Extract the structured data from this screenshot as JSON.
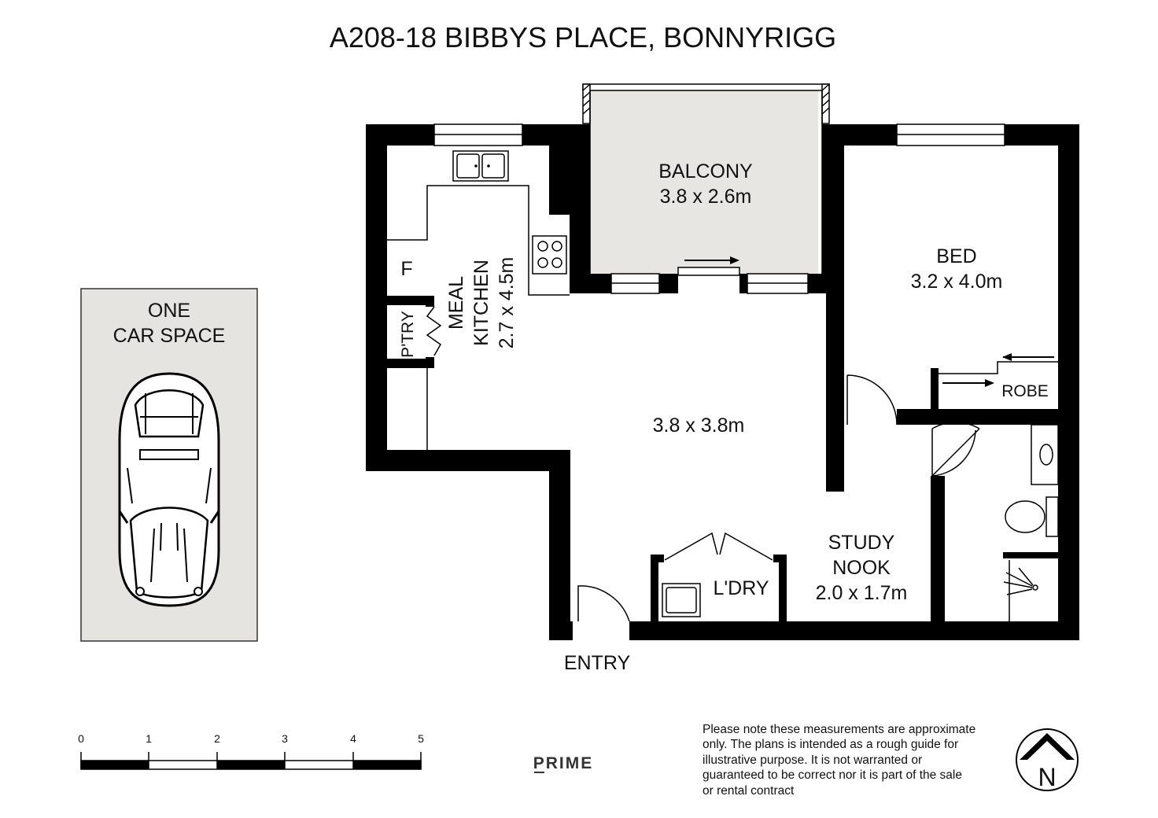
{
  "title": "A208-18 BIBBYS PLACE, BONNYRIGG",
  "rooms": {
    "balcony": {
      "name": "BALCONY",
      "size": "3.8 x 2.6m"
    },
    "bed": {
      "name": "BED",
      "size": "3.2 x 4.0m"
    },
    "kitchen": {
      "name1": "MEAL",
      "name2": "KITCHEN",
      "size": "2.7 x 4.5m"
    },
    "living": {
      "size": "3.8 x 3.8m"
    },
    "study": {
      "name1": "STUDY",
      "name2": "NOOK",
      "size": "2.0 x 1.7m"
    },
    "laundry": {
      "name": "L'DRY"
    },
    "pantry": {
      "name": "P'TRY"
    },
    "fridge": {
      "name": "F"
    },
    "robe": {
      "name": "ROBE"
    },
    "entry": {
      "name": "ENTRY"
    }
  },
  "car_space": {
    "line1": "ONE",
    "line2": "CAR SPACE"
  },
  "scale": {
    "labels": [
      "0",
      "1",
      "2",
      "3",
      "4",
      "5"
    ]
  },
  "brand": "PRIME",
  "disclaimer": [
    "Please note these measurements are approximate",
    "only. The plans is intended as a rough guide for",
    "illustrative purpose. It is not warranted or",
    "guaranteed to be correct nor it is part of the sale",
    "or rental contract"
  ],
  "north": "N",
  "colors": {
    "wall": "#000000",
    "balcony_fill": "#e8e6e3",
    "car_fill": "#e6e4e1"
  }
}
